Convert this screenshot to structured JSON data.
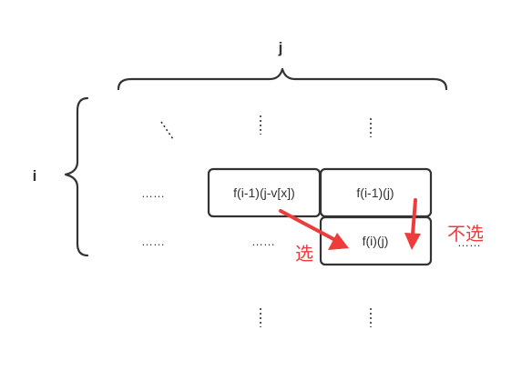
{
  "axes": {
    "j_label": "j",
    "i_label": "i"
  },
  "cells": {
    "left_prev": "f(i-1)(j-v[x])",
    "up_prev": "f(i-1)(j)",
    "current": "f(i)(j)"
  },
  "ellipsis": {
    "row1_left": "……",
    "row2_left": "……",
    "row2_mid": "……",
    "row2_right": "……"
  },
  "annotations": {
    "choose": "选",
    "not_choose": "不选"
  },
  "colors": {
    "ink": "#333333",
    "accent": "#ee3b3b"
  }
}
